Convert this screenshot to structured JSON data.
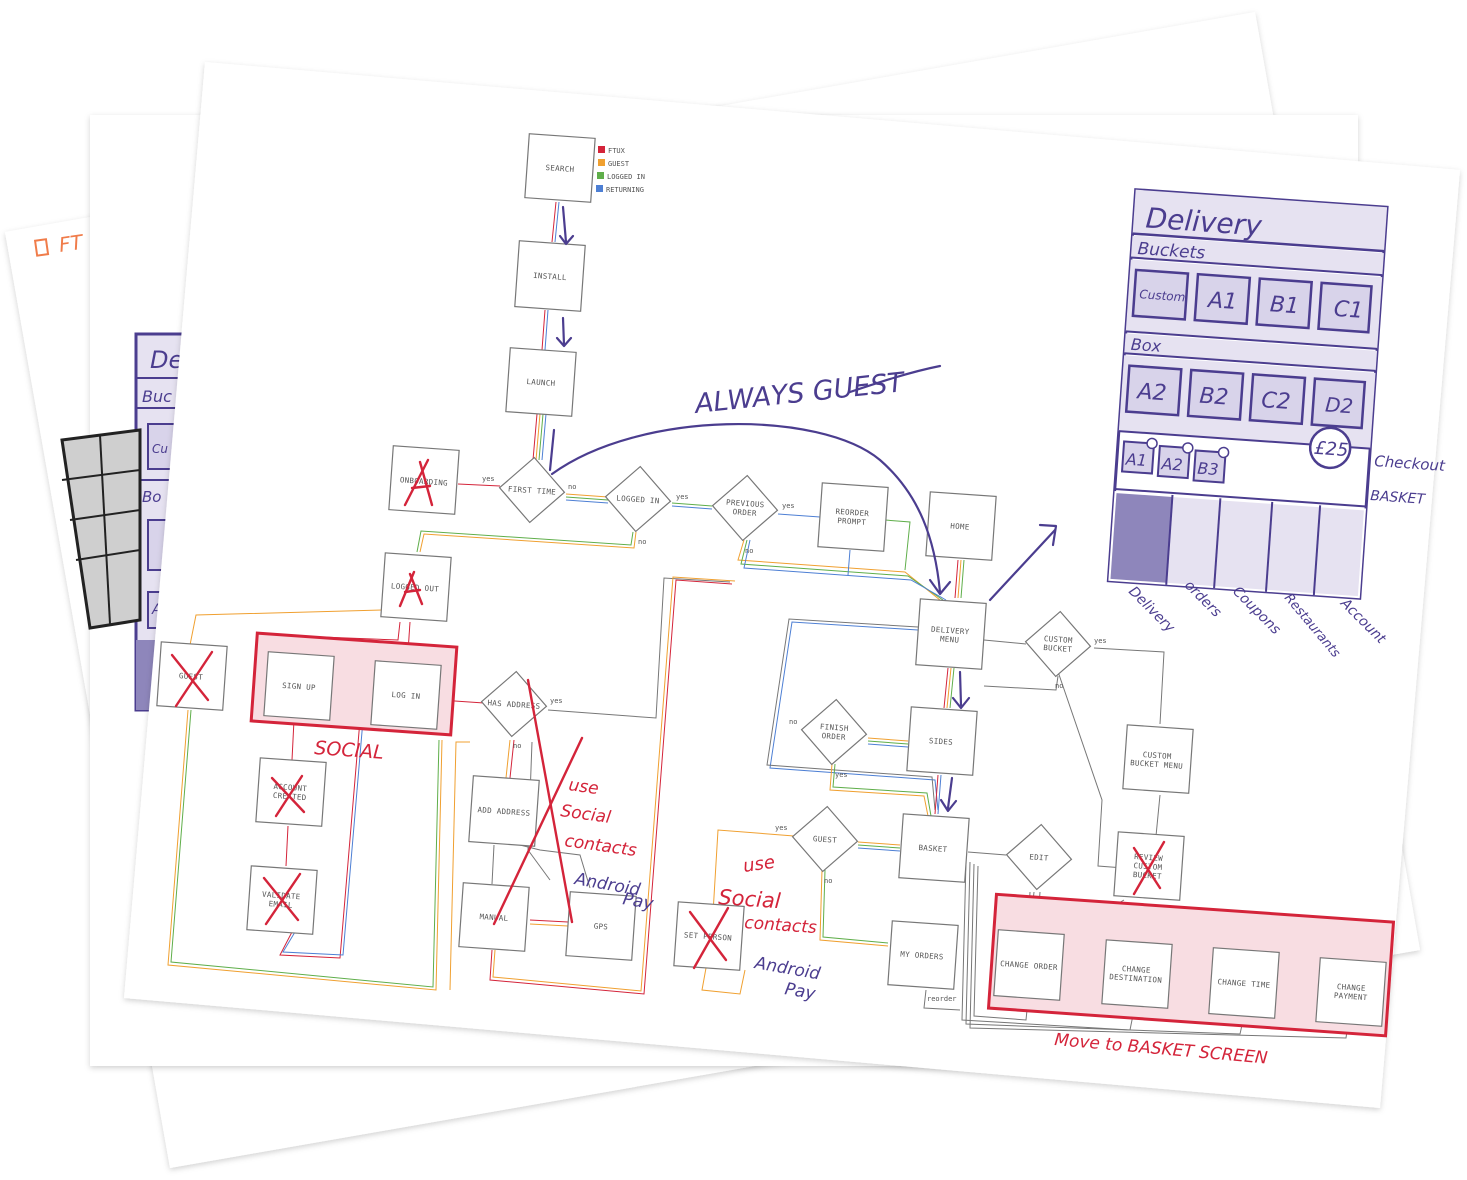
{
  "background_pages": {
    "back_title_fragment": "FT",
    "back_mock_fragments": [
      "De",
      "Buc",
      "Cu",
      "Bo",
      "A"
    ]
  },
  "legend": [
    {
      "label": "FTUX",
      "color": "#d4243a"
    },
    {
      "label": "GUEST",
      "color": "#f0a030"
    },
    {
      "label": "LOGGED IN",
      "color": "#5fae4a"
    },
    {
      "label": "RETURNING",
      "color": "#4d7fd4"
    }
  ],
  "nodes": {
    "search": "SEARCH",
    "install": "INSTALL",
    "launch": "LAUNCH",
    "onboarding": "ONBOARDING",
    "first_time": "FIRST TIME",
    "logged_in": "LOGGED IN",
    "previous_order": [
      "PREVIOUS",
      "ORDER"
    ],
    "reorder_prompt": [
      "REORDER",
      "PROMPT"
    ],
    "home": "HOME",
    "logged_out": "LOGGED OUT",
    "guest_left": "GUEST",
    "sign_up": "SIGN UP",
    "log_in": "LOG IN",
    "has_address": "HAS ADDRESS",
    "account_created": [
      "ACCOUNT",
      "CREATED"
    ],
    "validate_email": [
      "VALIDATE",
      "EMAIL"
    ],
    "add_address": "ADD ADDRESS",
    "manual": "MANUAL",
    "gps": "GPS",
    "delivery_menu": [
      "DELIVERY",
      "MENU"
    ],
    "custom_bucket": [
      "CUSTOM",
      "BUCKET"
    ],
    "finish_order": [
      "FINISH",
      "ORDER"
    ],
    "sides": "SIDES",
    "custom_bucket_menu": [
      "CUSTOM",
      "BUCKET MENU"
    ],
    "guest_mid": "GUEST",
    "basket": "BASKET",
    "edit": "EDIT",
    "review_custom_bucket": [
      "REVIEW",
      "CUSTOM",
      "BUCKET"
    ],
    "set_person": "SET PERSON",
    "my_orders": "MY ORDERS",
    "change_order": "CHANGE ORDER",
    "change_destination": [
      "CHANGE",
      "DESTINATION"
    ],
    "change_time": "CHANGE TIME",
    "change_payment": [
      "CHANGE",
      "PAYMENT"
    ]
  },
  "edge_labels": {
    "yes": "yes",
    "no": "no",
    "reorder": "reorder"
  },
  "annotations": {
    "always_guest": "ALWAYS GUEST",
    "social": "SOCIAL",
    "use_social_contacts_1": [
      "use",
      "Social",
      "contacts"
    ],
    "android_pay_1": [
      "Android",
      "Pay"
    ],
    "use_social_contacts_2": [
      "use",
      "Social",
      "contacts"
    ],
    "android_pay_2": [
      "Android",
      "Pay"
    ],
    "move_to_basket": "Move to BASKET SCREEN"
  },
  "mockup": {
    "title": "Delivery",
    "section_buckets": "Buckets",
    "buckets": [
      "Custom",
      "A1",
      "B1",
      "C1"
    ],
    "section_box": "Box",
    "boxes": [
      "A2",
      "B2",
      "C2",
      "D2"
    ],
    "basket_items": [
      "A1",
      "A2",
      "B3"
    ],
    "price": "£25",
    "checkout_label": "Checkout",
    "basket_label": "BASKET",
    "tabs": [
      "Delivery",
      "orders",
      "Coupons",
      "Restaurants",
      "Account"
    ]
  },
  "colors": {
    "purple": "#4b3d8f",
    "red": "#d4243a",
    "highlight_fill": "#f8dde2",
    "mock_fill": "#e6e2f1"
  }
}
